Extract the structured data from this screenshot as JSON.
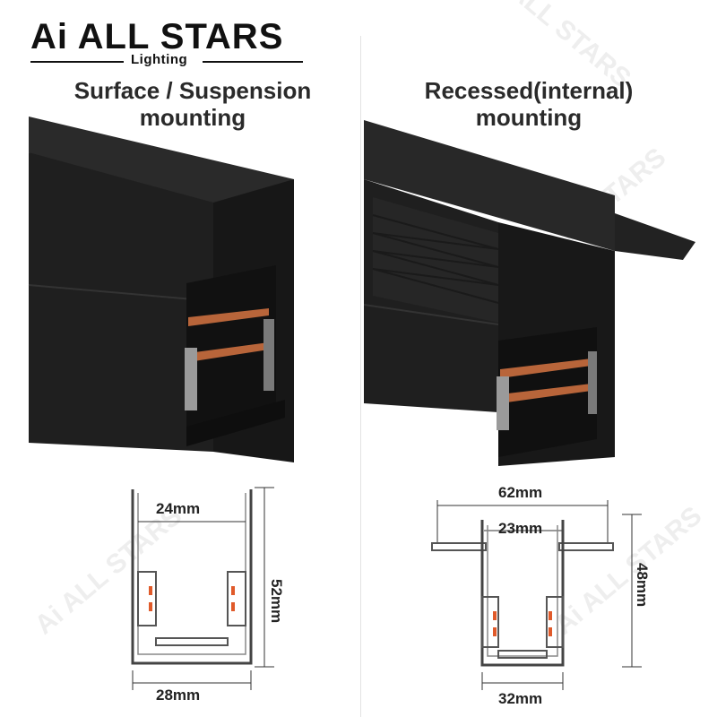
{
  "brand": {
    "name": "Ai ALL STARS",
    "tagline": "Lighting"
  },
  "left_panel": {
    "heading_line1": "Surface / Suspension",
    "heading_line2": "mounting",
    "dim_top": "24mm",
    "dim_height": "52mm",
    "dim_bottom": "28mm"
  },
  "right_panel": {
    "heading_line1": "Recessed(internal)",
    "heading_line2": "mounting",
    "dim_flange": "62mm",
    "dim_top": "23mm",
    "dim_height": "48mm",
    "dim_bottom": "32mm"
  },
  "colors": {
    "profile_black": "#1c1c1c",
    "copper_strip": "#b8653a",
    "grey_bracket": "#9a9a9a",
    "accent_orange": "#e05a2a"
  }
}
